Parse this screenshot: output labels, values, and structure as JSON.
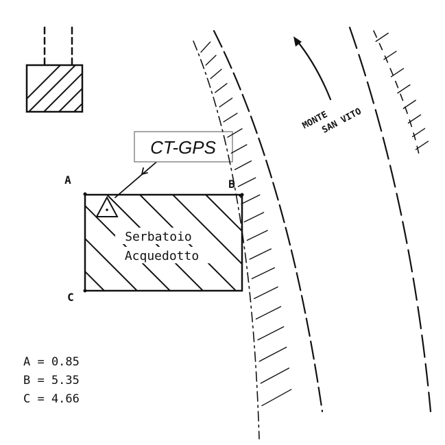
{
  "station_label": "CT-GPS",
  "building_label_line1": "Serbatoio",
  "building_label_line2": "Acquedotto",
  "corner_a": "A",
  "corner_b": "B",
  "corner_c": "C",
  "road_label_line1": "MONTE",
  "road_label_line2": "SAN VITO",
  "distances": [
    "A = 0.85",
    "B = 5.35",
    "C = 4.66"
  ]
}
